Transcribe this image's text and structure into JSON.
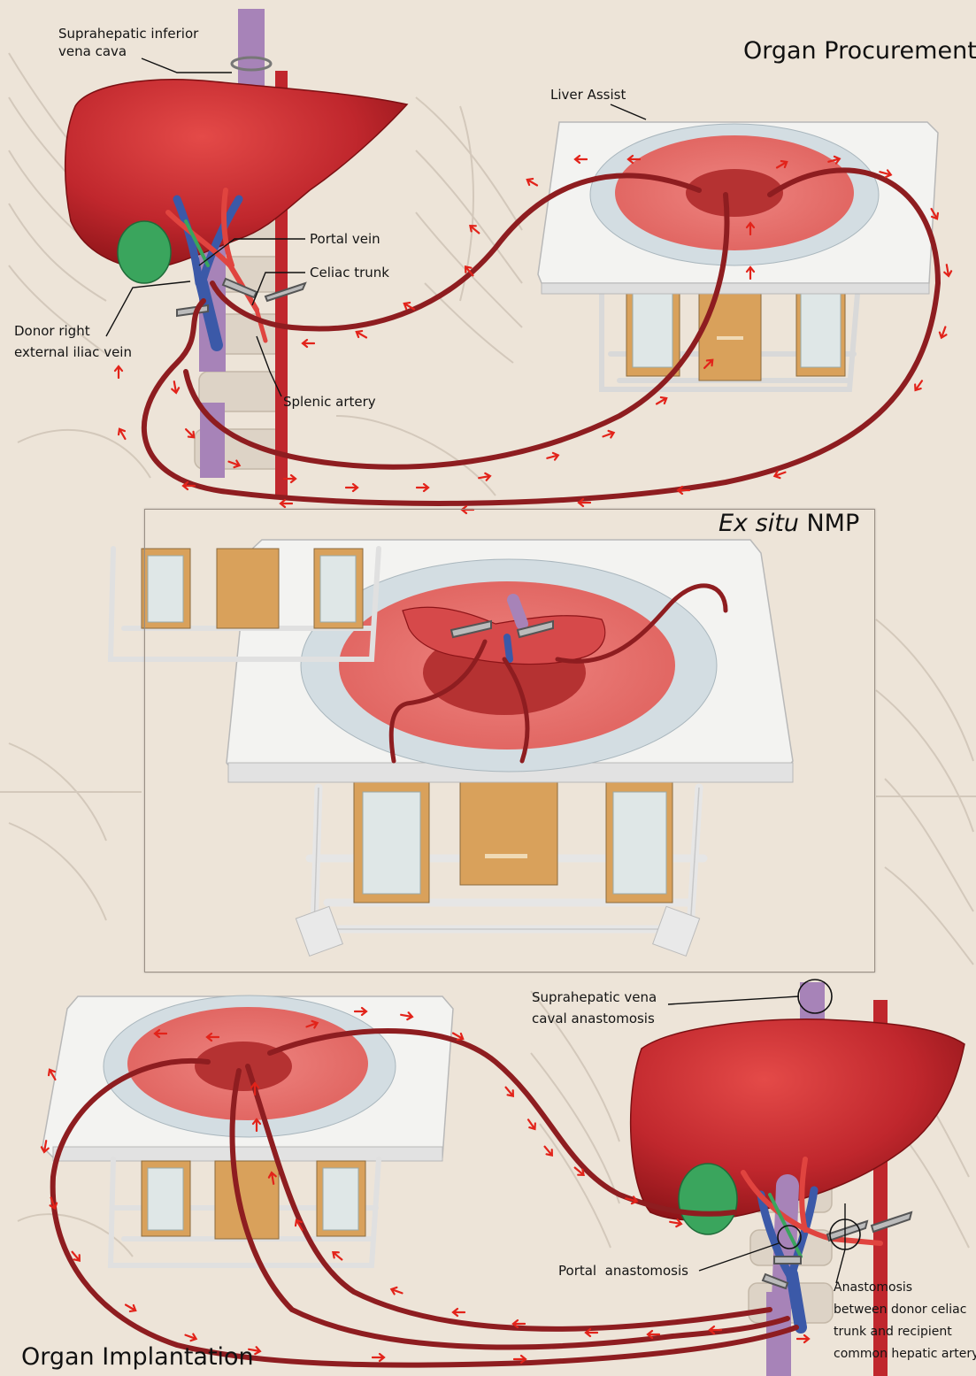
{
  "sections": {
    "procurement": {
      "title": "Organ Procurement"
    },
    "nmp": {
      "title_italic": "Ex situ",
      "title_rest": " NMP"
    },
    "implantation": {
      "title": "Organ Implantation"
    }
  },
  "labels": {
    "suprahepatic_ivc": [
      "Suprahepatic inferior",
      "vena cava"
    ],
    "liver_assist": "Liver Assist",
    "portal_vein": "Portal vein",
    "celiac_trunk": "Celiac trunk",
    "donor_iliac": [
      "Donor right",
      "external iliac vein"
    ],
    "splenic_artery": "Splenic artery",
    "sh_vc_anastomosis": [
      "Suprahepatic vena",
      "caval anastomosis"
    ],
    "portal_anastomosis": "Portal  anastomosis",
    "celiac_anastomosis": [
      "Anastomosis",
      "between donor celiac",
      "trunk and recipient",
      "common hepatic artery"
    ]
  },
  "colors": {
    "background": "#ede4d8",
    "liver": "#c0272d",
    "tube": "#8e1d20",
    "arrow": "#e2231a",
    "reservoir": "#e76d6a",
    "reservoir_center": "#b53232",
    "device_panel": "#f3f3f1",
    "cabinet": "#d9a15b",
    "portal_vein": "#3b59a8",
    "vena_cava": "#a783b8",
    "gallbladder": "#3aa55d",
    "skeleton_line": "#cfc4b6"
  },
  "icons": [
    "liver",
    "perfusion-device",
    "arterial-clamp",
    "anastomosis-marker",
    "flow-arrow"
  ]
}
